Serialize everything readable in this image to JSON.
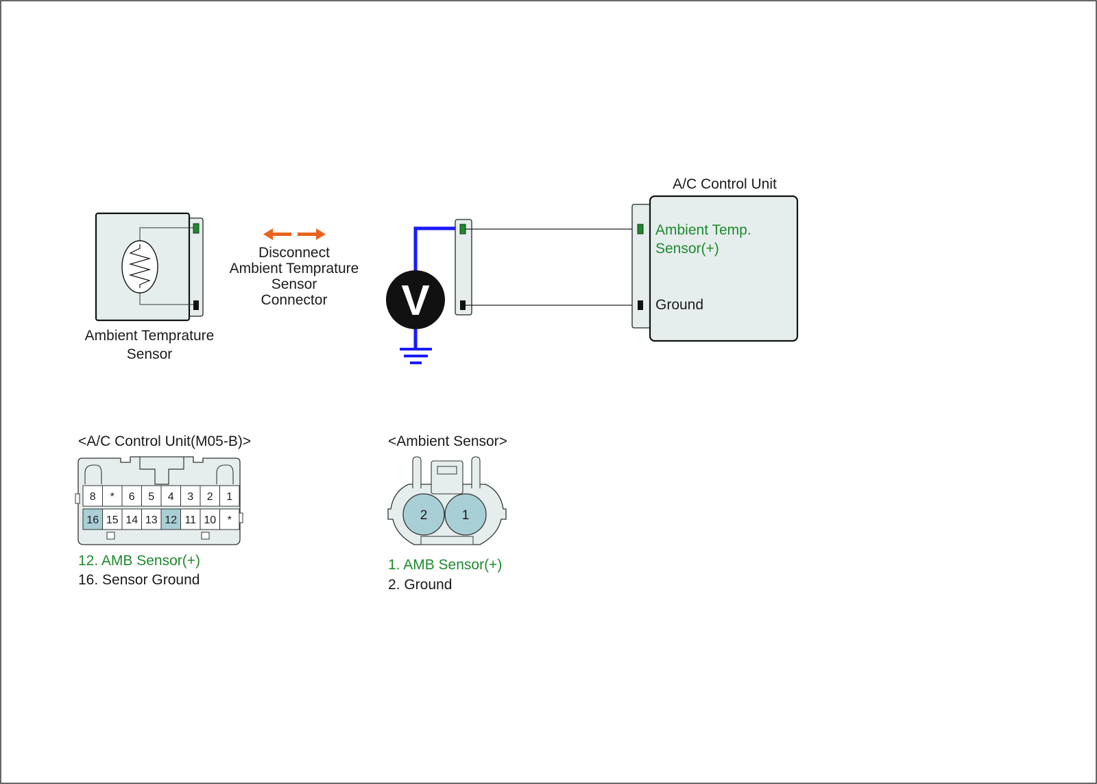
{
  "labels": {
    "ac_unit_title": "A/C Control Unit",
    "ac_pin_sensor_line1": "Ambient Temp.",
    "ac_pin_sensor_line2": "Sensor(+)",
    "ac_pin_ground": "Ground",
    "sensor_name_line1": "Ambient Temprature",
    "sensor_name_line2": "Sensor",
    "disconnect_line1": "Disconnect",
    "disconnect_line2": "Ambient Temprature",
    "disconnect_line3": "Sensor",
    "disconnect_line4": "Connector",
    "meter_symbol": "V"
  },
  "ac_connector": {
    "title": "<A/C Control Unit(M05-B)>",
    "top_row": [
      "8",
      "*",
      "6",
      "5",
      "4",
      "3",
      "2",
      "1"
    ],
    "bottom_row": [
      "16",
      "15",
      "14",
      "13",
      "12",
      "11",
      "10",
      "*"
    ],
    "highlighted": [
      "16",
      "12"
    ],
    "legend": [
      {
        "text": "12. AMB Sensor(+)",
        "color": "green"
      },
      {
        "text": "16. Sensor Ground",
        "color": "black"
      }
    ]
  },
  "sensor_connector": {
    "title": "<Ambient Sensor>",
    "pins": [
      "2",
      "1"
    ],
    "legend": [
      {
        "text": "1. AMB Sensor(+)",
        "color": "green"
      },
      {
        "text": "2. Ground",
        "color": "black"
      }
    ]
  },
  "colors": {
    "green": "#1e8a2c",
    "black": "#1a1a1a",
    "wire_blue": "#1a1aff",
    "arrow_orange": "#e8641e",
    "box_fill": "#e6eded",
    "pin_highlight": "#a9cfd6"
  }
}
